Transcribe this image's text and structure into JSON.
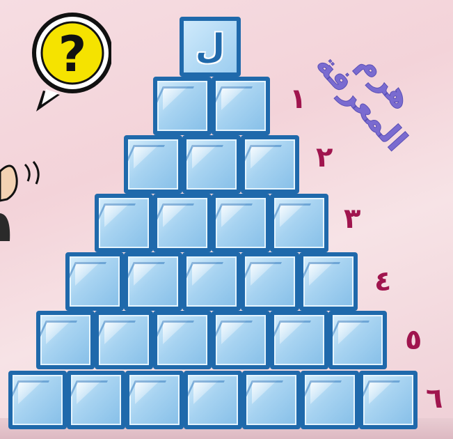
{
  "puzzle": {
    "title_line1": "هرم",
    "title_line2": "المعرفة",
    "top_letter": "ل",
    "question_mark": "?",
    "rows": [
      {
        "number": "١",
        "tile_count": 2
      },
      {
        "number": "٢",
        "tile_count": 3
      },
      {
        "number": "٣",
        "tile_count": 4
      },
      {
        "number": "٤",
        "tile_count": 5
      },
      {
        "number": "٥",
        "tile_count": 6
      },
      {
        "number": "٦",
        "tile_count": 7
      }
    ]
  },
  "colors": {
    "tile_border": "#1f69ab",
    "tile_fill": "#a7d3f1",
    "number": "#a0154e",
    "title": "#7a6bd0",
    "bubble": "#f5e300"
  },
  "icons": {
    "bubble": "question-bubble-icon",
    "character": "thinking-character-icon"
  }
}
